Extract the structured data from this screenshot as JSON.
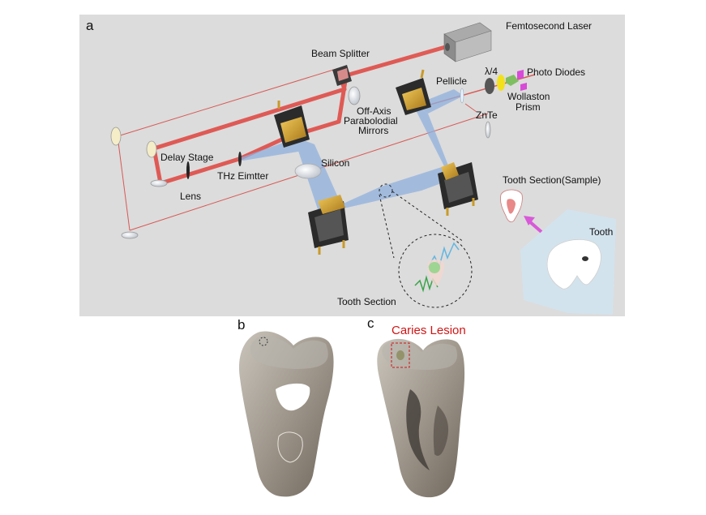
{
  "panels": {
    "a": "a",
    "b": "b",
    "c": "c"
  },
  "labels": {
    "laser": "Femtosecond Laser",
    "beam_splitter": "Beam Splitter",
    "pellicle": "Pellicle",
    "quarter_wave": "λ/4",
    "photo_diodes": "Photo Diodes",
    "wollaston_line1": "Wollaston",
    "wollaston_line2": "Prism",
    "znte": "ZnTe",
    "oap_line1": "Off-Axis",
    "oap_line2": "Parabolodial",
    "oap_line3": "Mirrors",
    "delay_stage": "Delay Stage",
    "thz_emitter": "THz Eimtter",
    "lens": "Lens",
    "silicon": "Silicon",
    "tooth_section_sample": "Tooth Section(Sample)",
    "tooth": "Tooth",
    "tooth_section": "Tooth Section",
    "caries_lesion": "Caries Lesion"
  },
  "colors": {
    "panel_bg": "#dcdcdc",
    "laser_beam": "#e0504a",
    "thz_beam": "#8fb0de",
    "gold": "#c99a2a",
    "caries_label": "#d01515"
  }
}
